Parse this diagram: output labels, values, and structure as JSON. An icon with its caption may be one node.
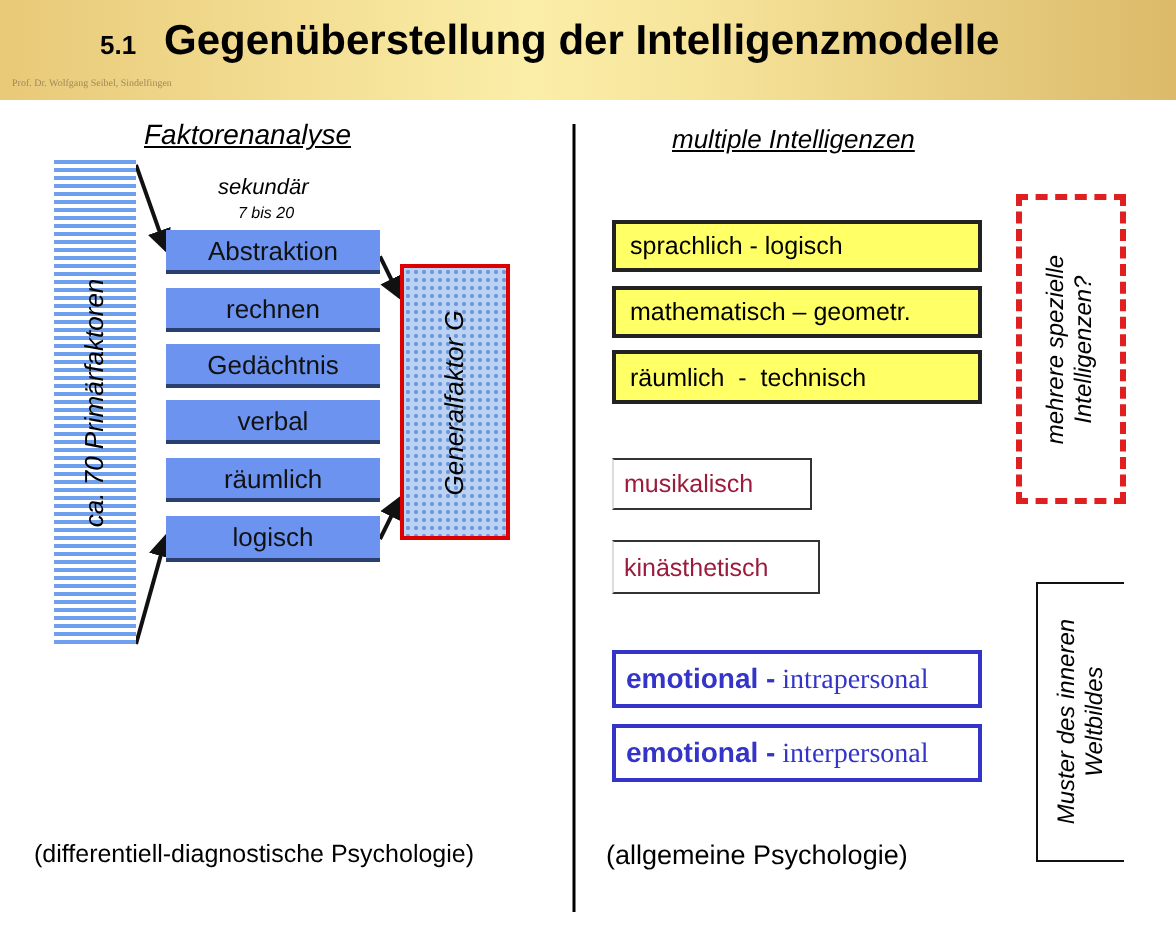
{
  "diagram": {
    "title": "Gegenüberstellung der Intelligenzmodelle",
    "nodes": [
      {
        "text": [
          "ca. 70 Primärfaktoren"
        ]
      },
      {
        "text": [
          "Abstraktion"
        ]
      },
      {
        "text": [
          "rechnen"
        ]
      },
      {
        "text": [
          "Gedächtnis"
        ]
      },
      {
        "text": [
          "verbal"
        ]
      },
      {
        "text": [
          "räumlich"
        ]
      },
      {
        "text": [
          "logisch"
        ]
      },
      {
        "text": [
          "Generalfaktor G"
        ]
      },
      {
        "text": [
          "sprachlich - logisch"
        ]
      },
      {
        "text": [
          "mathematisch – geometr."
        ]
      },
      {
        "text": [
          "räumlich  -  technisch"
        ]
      },
      {
        "text": [
          "musikalisch"
        ]
      },
      {
        "text": [
          "kinästhetisch"
        ]
      },
      {
        "text": [
          "**emotional -** intrapersonal"
        ]
      },
      {
        "text": [
          "**emotional -** interpersonal"
        ]
      },
      {
        "text": [
          "mehrere spezielle Intelligenzen?"
        ]
      },
      {
        "text": [
          "Muster des inneren Weltbildes"
        ]
      }
    ],
    "edges": [
      {
        "from": 0,
        "to": 1,
        "arrow": "to"
      },
      {
        "from": 0,
        "to": 6,
        "arrow": "to"
      },
      {
        "from": 1,
        "to": 7,
        "arrow": "to"
      },
      {
        "from": 6,
        "to": 7,
        "arrow": "to"
      }
    ],
    "labels": [
      "5.1",
      "Prof. Dr. Wolfgang Seibel, Sindelfingen",
      "Faktorenanalyse",
      "multiple Intelligenzen",
      "sekundär",
      "7 bis 20",
      "(differentiell-diagnostische Psychologie)",
      "(allgemeine Psychologie)"
    ]
  }
}
